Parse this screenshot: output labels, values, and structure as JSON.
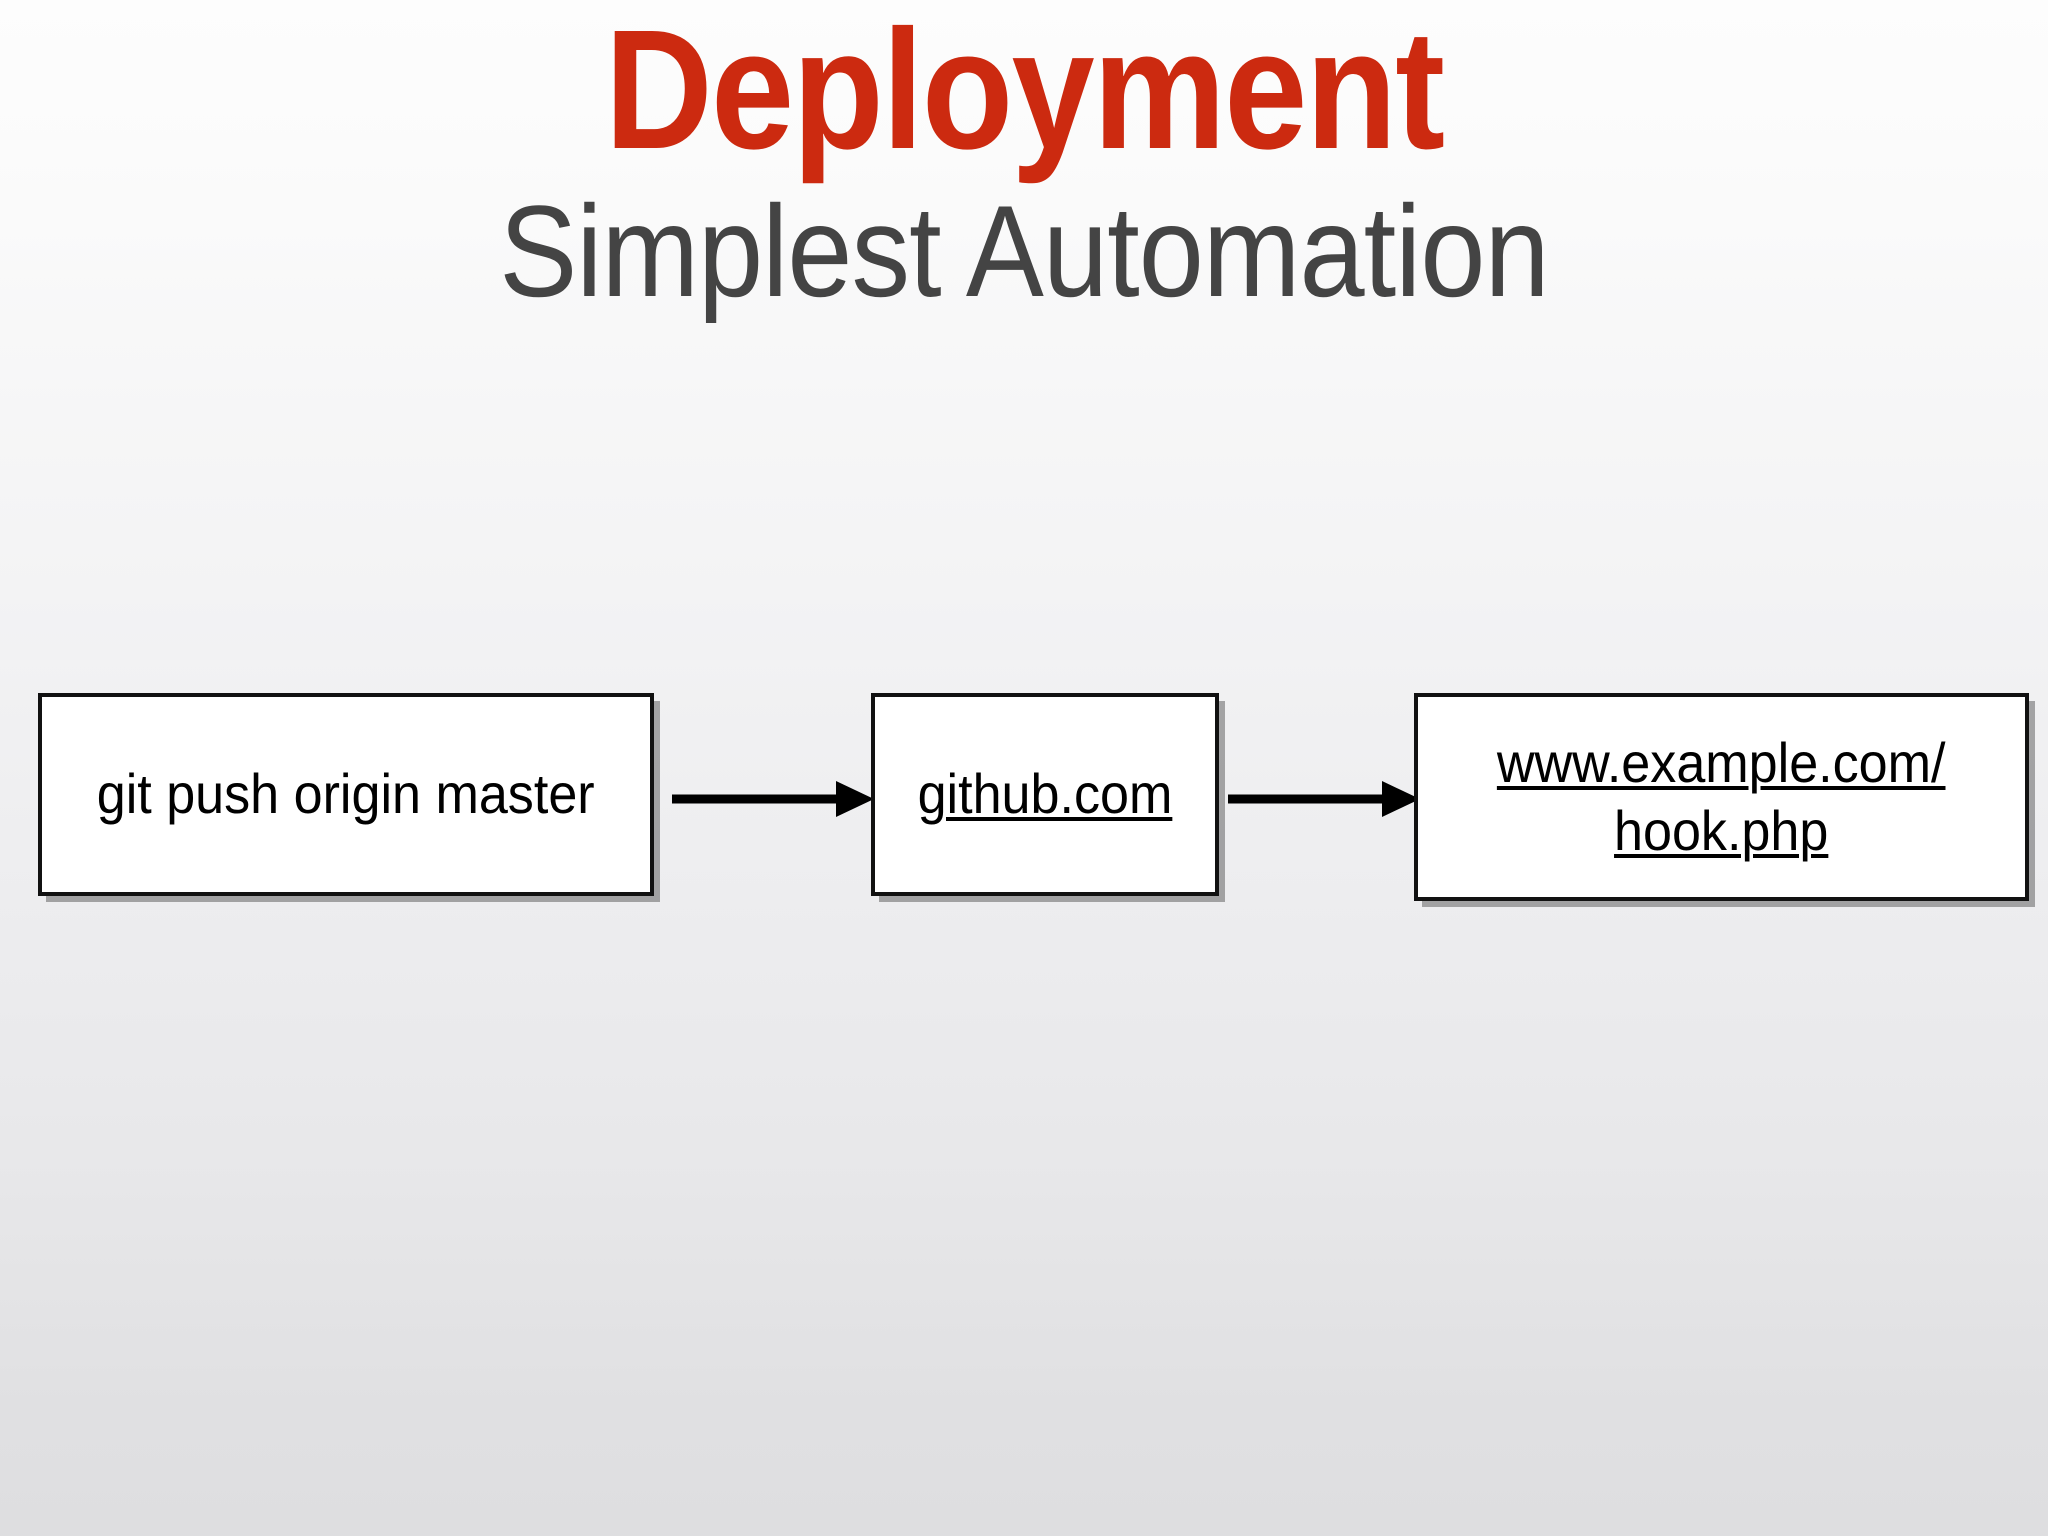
{
  "slide": {
    "title": "Deployment",
    "subtitle": "Simplest Automation",
    "title_color": "#cc2a10",
    "subtitle_color": "#444444",
    "background_top_color": "#fdfdfd",
    "background_bottom_color": "#dedee0"
  },
  "diagram": {
    "type": "flow",
    "box_fill_color": "#ffffff",
    "box_border_color": "#111111",
    "arrow_color": "#000000",
    "nodes": [
      {
        "id": "command",
        "label": "git push origin master",
        "underlined": false,
        "lines": [
          "git push origin master"
        ]
      },
      {
        "id": "github",
        "label": "github.com",
        "underlined": true,
        "lines": [
          "github.com"
        ]
      },
      {
        "id": "hook",
        "label": "www.example.com/\nhook.php",
        "underlined": true,
        "lines": [
          "www.example.com/",
          "hook.php"
        ]
      }
    ],
    "arrows": [
      {
        "id": "arrow-1",
        "from": "command",
        "to": "github",
        "direction": "right"
      },
      {
        "id": "arrow-2",
        "from": "github",
        "to": "hook",
        "direction": "right"
      }
    ]
  }
}
